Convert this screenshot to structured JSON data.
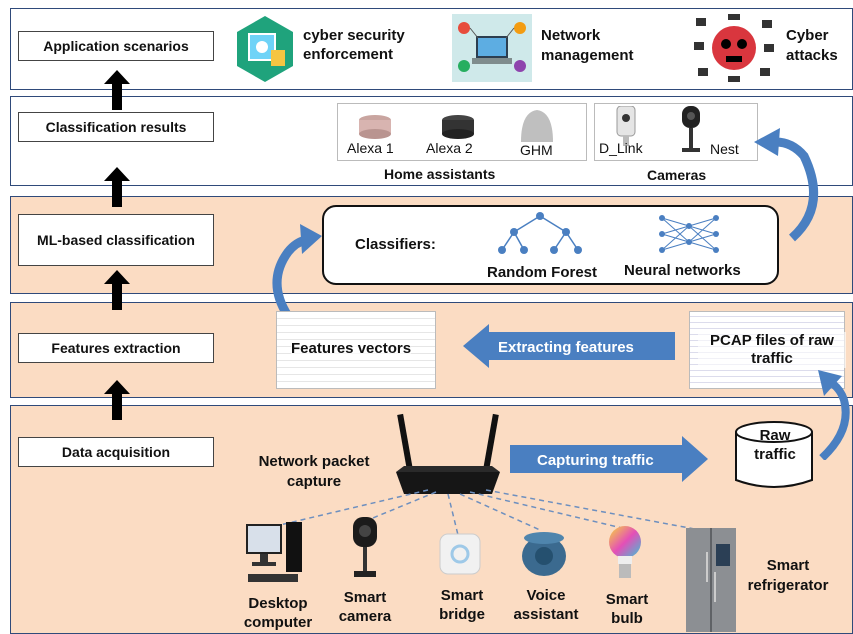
{
  "stages": {
    "application": "Application scenarios",
    "classification_results": "Classification results",
    "ml_classification": "ML-based classification",
    "features_extraction": "Features extraction",
    "data_acquisition": "Data acquisition"
  },
  "scenarios": {
    "cyber_security": "cyber security enforcement",
    "network_management": "Network management",
    "cyber_attacks": "Cyber attacks"
  },
  "results": {
    "home_assistants_title": "Home assistants",
    "cameras_title": "Cameras",
    "alexa1": "Alexa 1",
    "alexa2": "Alexa 2",
    "ghm": "GHM",
    "dlink": "D_Link",
    "nest": "Nest"
  },
  "classifiers": {
    "label": "Classifiers:",
    "random_forest": "Random Forest",
    "neural_networks": "Neural networks"
  },
  "features": {
    "vectors": "Features vectors",
    "extracting": "Extracting features",
    "pcap": "PCAP files of raw traffic"
  },
  "acquisition": {
    "capture": "Network packet capture",
    "capturing": "Capturing traffic",
    "raw_traffic": "Raw traffic"
  },
  "devices": {
    "desktop": "Desktop computer",
    "camera": "Smart camera",
    "bridge": "Smart bridge",
    "voice": "Voice assistant",
    "bulb": "Smart bulb",
    "fridge": "Smart refrigerator"
  },
  "colors": {
    "peach": "#fbdcc3",
    "border": "#2f4a7a",
    "arrow_blue": "#4a7fc1"
  }
}
